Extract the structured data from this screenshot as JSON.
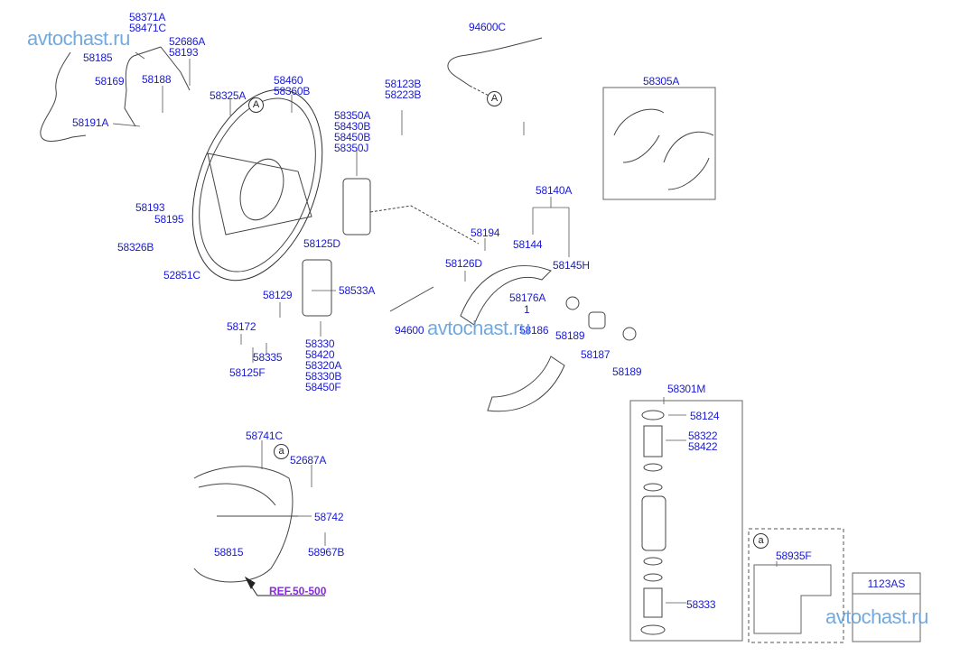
{
  "diagram": {
    "watermark": "avtochast.ru",
    "reference": "REF.50-500",
    "callouts": {
      "A": "A",
      "a": "a"
    },
    "labels": {
      "p58371A": [
        "58371A",
        "58471C"
      ],
      "p52686A": [
        "52686A",
        "58193"
      ],
      "p58185": "58185",
      "p58169": "58169",
      "p58188": "58188",
      "p58191A": "58191A",
      "p58325A": "58325A",
      "p58460": [
        "58460",
        "58360B"
      ],
      "p94600C": "94600C",
      "p58123B": [
        "58123B",
        "58223B"
      ],
      "p58350A": [
        "58350A",
        "58430B",
        "58450B",
        "58350J"
      ],
      "p58305A": "58305A",
      "p58193b": "58193",
      "p58195": "58195",
      "p58326B": "58326B",
      "p52851C": "52851C",
      "p58125D": "58125D",
      "p58140A": "58140A",
      "p58194": "58194",
      "p58144": "58144",
      "p58126D": "58126D",
      "p58145H": "58145H",
      "p58129": "58129",
      "p58533A": "58533A",
      "p58172": "58172",
      "p58335": "58335",
      "p58125F": "58125F",
      "p58330": [
        "58330",
        "58420",
        "58320A",
        "58330B",
        "58450F"
      ],
      "p58176A": "58176A",
      "p58176_qty": "1",
      "p94600": "94600",
      "p58186": "58186",
      "p58189a": "58189",
      "p58187": "58187",
      "p58189b": "58189",
      "p58301M": "58301M",
      "p58124": "58124",
      "p58322": [
        "58322",
        "58422"
      ],
      "p58333": "58333",
      "p58741C": "58741C",
      "p52687A": "52687A",
      "p58742": "58742",
      "p58815": "58815",
      "p58967B": "58967B",
      "p58935F": "58935F",
      "p1123AS": "1123AS"
    }
  }
}
